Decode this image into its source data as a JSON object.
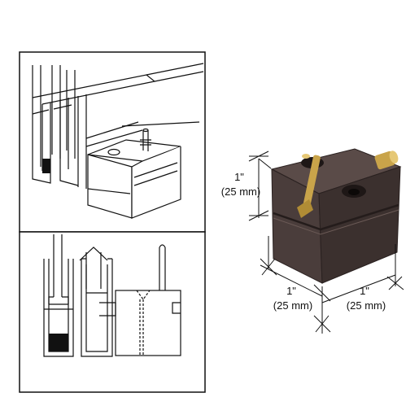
{
  "dimensions": {
    "height": {
      "inches": "1\"",
      "mm": "(25 mm)"
    },
    "depth": {
      "inches": "1\"",
      "mm": "(25 mm)"
    },
    "width": {
      "inches": "1\"",
      "mm": "(25 mm)"
    }
  },
  "colors": {
    "block_body": "#4a3d3b",
    "block_top": "#5a4b48",
    "block_side": "#3b302e",
    "brass": "#c9a44a",
    "line": "#111111"
  }
}
